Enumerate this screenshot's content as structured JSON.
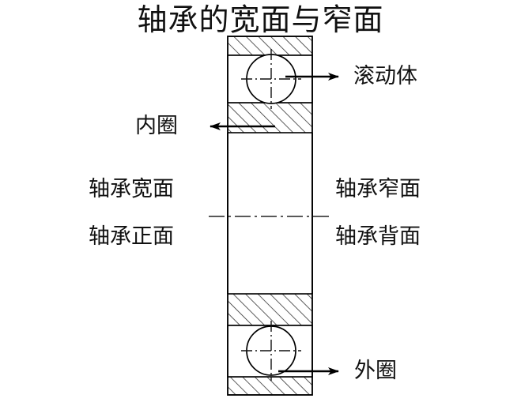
{
  "title": "轴承的宽面与窄面",
  "diagram": {
    "type": "bearing-cross-section",
    "colors": {
      "line": "#000000",
      "hatch": "#333333",
      "background": "#ffffff",
      "text": "#111111"
    },
    "labels": {
      "rolling_element": "滚动体",
      "inner_ring": "内圈",
      "outer_ring": "外圈",
      "wide_face": "轴承宽面",
      "front_face": "轴承正面",
      "narrow_face": "轴承窄面",
      "back_face": "轴承背面"
    }
  }
}
